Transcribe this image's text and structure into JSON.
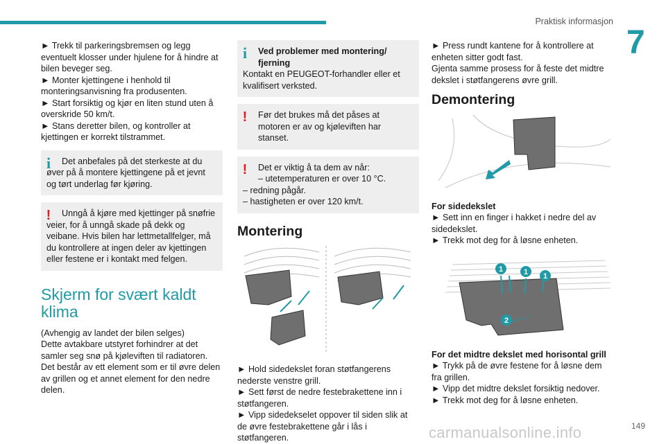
{
  "header": {
    "section_title": "Praktisk informasjon",
    "chapter_number": "7"
  },
  "col1": {
    "steps": [
      "► Trekk til parkeringsbremsen og legg eventuelt klosser under hjulene for å hindre at bilen beveger seg.",
      "► Monter kjettingene i henhold til monteringsanvisning fra produsenten.",
      "► Start forsiktig og kjør en liten stund uten å overskride 50 km/t.",
      "► Stans deretter bilen, og kontroller at kjettingen er korrekt tilstrammet."
    ],
    "info_note": "Det anbefales på det sterkeste at du øver på å montere kjettingene på et jevnt og tørt underlag før kjøring.",
    "warning_note": "Unngå å kjøre med kjettinger på snøfrie veier, for å unngå skade på dekk og veibane. Hvis bilen har lettmetallfelger, må du kontrollere at ingen deler av kjettingen eller festene er i kontakt med felgen.",
    "heading": "Skjerm for svært kaldt klima",
    "paragraphs": [
      "(Avhengig av landet der bilen selges)",
      "Dette avtakbare utstyret forhindrer at det samler seg snø på kjøleviften til radiatoren.",
      "Det består av ett element som er til øvre delen av grillen og et annet element for den nedre delen."
    ]
  },
  "col2": {
    "info_title": "Ved problemer med montering/ fjerning",
    "info_body": "Kontakt en PEUGEOT-forhandler eller et kvalifisert verksted.",
    "warning1": "Før det brukes må det påses at motoren er av og kjøleviften har stanset.",
    "warning2_intro": "Det er viktig å ta dem av når:",
    "warning2_items": [
      "– utetemperaturen er over 10 °C.",
      "– redning pågår.",
      "– hastigheten er over 120 km/t."
    ],
    "heading": "Montering",
    "steps": [
      "► Hold sidedekslet foran støtfangerens nederste venstre grill.",
      "► Sett først de nedre festebrakettene inn i støtfangeren.",
      "► Vipp sidedekselet oppover til siden slik at de øvre festebrakettene går i lås i støtfangeren."
    ]
  },
  "col3": {
    "steps_top": [
      "► Press rundt kantene for å kontrollere at enheten sitter godt fast.",
      "Gjenta samme prosess for å feste det midtre dekslet i støtfangerens øvre grill."
    ],
    "heading": "Demontering",
    "side_title": "For sidedekslet",
    "side_steps": [
      "► Sett inn en finger i hakket i nedre del av sidedekslet.",
      "► Trekk mot deg for å løsne enheten."
    ],
    "callouts": [
      "1",
      "1",
      "1",
      "2"
    ],
    "middle_title": "For det midtre dekslet med horisontal grill",
    "middle_steps": [
      "► Trykk på de øvre festene for å løsne dem fra grillen.",
      "► Vipp det midtre dekslet forsiktig nedover.",
      "► Trekk mot deg for å løsne enheten."
    ]
  },
  "footer": {
    "page_number": "149",
    "watermark": "carmanualsonline.info"
  },
  "colors": {
    "accent": "#1f9aa6",
    "warning": "#e02020",
    "note_bg": "#eeeeee"
  }
}
